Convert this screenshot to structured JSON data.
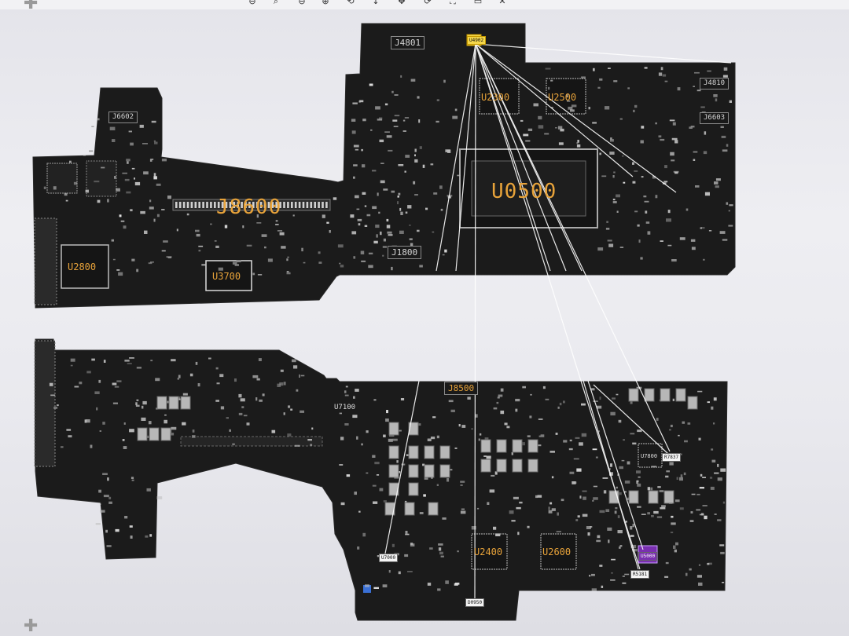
{
  "toolbar": {
    "tools": [
      {
        "name": "zoom-out-icon",
        "glyph": "⊖"
      },
      {
        "name": "search-icon",
        "glyph": "⌕"
      },
      {
        "name": "remove-icon",
        "glyph": "⊖"
      },
      {
        "name": "add-icon",
        "glyph": "⊕"
      },
      {
        "name": "rotate-icon",
        "glyph": "⟲"
      },
      {
        "name": "move-vertical-icon",
        "glyph": "↕"
      },
      {
        "name": "move-icon",
        "glyph": "✥"
      },
      {
        "name": "refresh-icon",
        "glyph": "⟳"
      },
      {
        "name": "fit-icon",
        "glyph": "⛶"
      },
      {
        "name": "window-icon",
        "glyph": "▭"
      },
      {
        "name": "close-icon",
        "glyph": "✕"
      }
    ]
  },
  "top_board": {
    "labels": {
      "j8600": "J8600",
      "u0500": "U0500",
      "u2800": "U2800",
      "u3700": "U3700",
      "u2300": "U2300",
      "u2500": "U2500",
      "j4801": "J4801",
      "j4810": "J4810",
      "j6603": "J6603",
      "j6602": "J6602",
      "j1800": "J1800",
      "selected_pad": "U4902"
    }
  },
  "bottom_board": {
    "labels": {
      "j8500": "J8500",
      "u2400": "U2400",
      "u2600": "U2600",
      "u7100": "U7100",
      "u7800": "U7800",
      "u7000": "U7000",
      "d0950": "D0950",
      "u5000": "U5000",
      "r5181": "R5181",
      "r7837": "R7837"
    }
  },
  "colors": {
    "board": "#1b1b1b",
    "label": "#e8a33a",
    "pad": "#cfcfcf",
    "net_line": "#ffffff",
    "selected": "#f5d74a"
  }
}
